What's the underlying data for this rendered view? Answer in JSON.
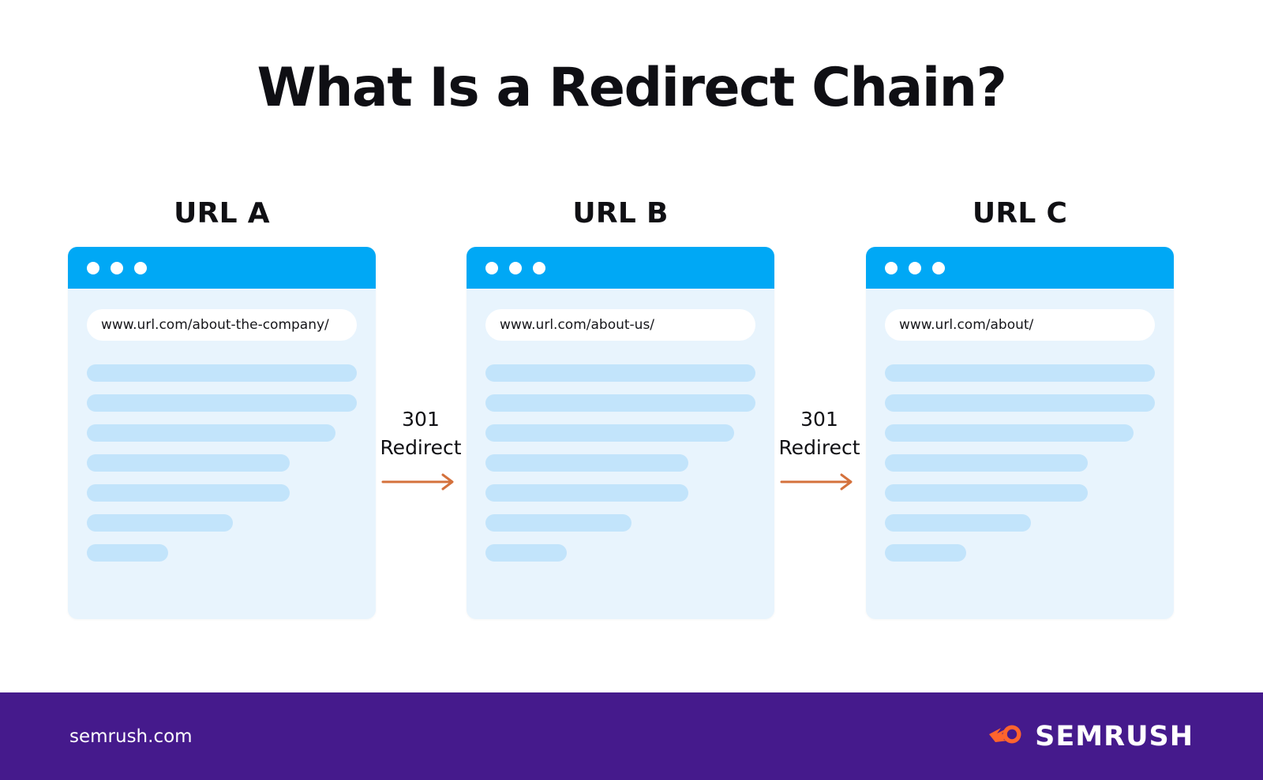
{
  "title": "What Is a Redirect Chain?",
  "colors": {
    "background": "#ffffff",
    "browser_bar": "#00a8f5",
    "browser_body": "#e8f4fd",
    "skeleton_line": "#c2e4fb",
    "arrow": "#d4713c",
    "footer_bg": "#451a8c",
    "brand_orange": "#ff642d",
    "title_text": "#0f0f14"
  },
  "nodes": [
    {
      "label": "URL A",
      "url": "www.url.com/about-the-company/",
      "dots": [
        "dot-1",
        "dot-2",
        "dot-3"
      ],
      "skeleton_widths": [
        "100%",
        "100%",
        "92%",
        "75%",
        "75%",
        "54%",
        "30%"
      ]
    },
    {
      "label": "URL B",
      "url": "www.url.com/about-us/",
      "dots": [
        "dot-1",
        "dot-2",
        "dot-3"
      ],
      "skeleton_widths": [
        "100%",
        "100%",
        "92%",
        "75%",
        "75%",
        "54%",
        "30%"
      ]
    },
    {
      "label": "URL C",
      "url": "www.url.com/about/",
      "dots": [
        "dot-1",
        "dot-2",
        "dot-3"
      ],
      "skeleton_widths": [
        "100%",
        "100%",
        "92%",
        "75%",
        "75%",
        "54%",
        "30%"
      ]
    }
  ],
  "connectors": [
    {
      "code": "301",
      "action": "Redirect",
      "icon": "arrow-right-icon"
    },
    {
      "code": "301",
      "action": "Redirect",
      "icon": "arrow-right-icon"
    }
  ],
  "footer": {
    "site": "semrush.com",
    "brand": "SEMRUSH",
    "logo_icon": "semrush-comet-icon"
  }
}
